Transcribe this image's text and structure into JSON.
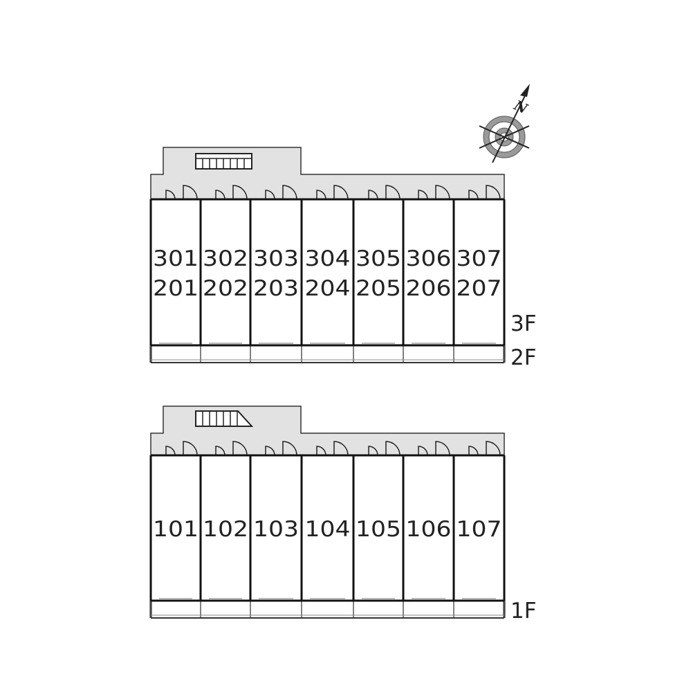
{
  "compass": {
    "north_label": "N",
    "icon": "compass-rose-icon"
  },
  "colors": {
    "corridor_fill": "#e2e2e2",
    "wall": "#111111",
    "text": "#222222",
    "background": "#ffffff"
  },
  "upper_building": {
    "floor_label_top": "3F",
    "floor_label_bottom": "2F",
    "units_row1": [
      "301",
      "302",
      "303",
      "304",
      "305",
      "306",
      "307"
    ],
    "units_row2": [
      "201",
      "202",
      "203",
      "204",
      "205",
      "206",
      "207"
    ],
    "stair_icon": "stairs-icon"
  },
  "lower_building": {
    "floor_label": "1F",
    "units": [
      "101",
      "102",
      "103",
      "104",
      "105",
      "106",
      "107"
    ],
    "stair_icon": "stairs-icon"
  }
}
